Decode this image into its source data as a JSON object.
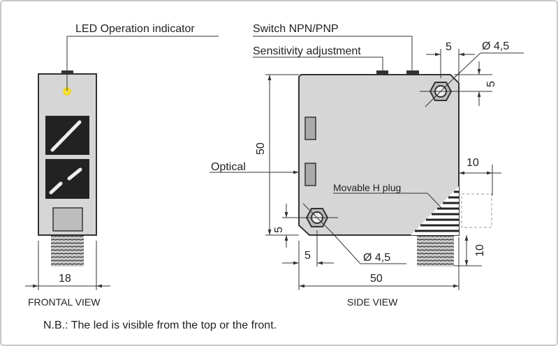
{
  "labels": {
    "led": "LED Operation indicator",
    "switch": "Switch NPN/PNP",
    "sensitivity": "Sensitivity adjustment",
    "optical": "Optical",
    "movable_plug": "Movable H plug",
    "hole_top": "Ø 4,5",
    "hole_bottom": "Ø 4,5"
  },
  "dimensions": {
    "front_width": "18",
    "side_height": "50",
    "side_width": "50",
    "hole_offset_x_top": "5",
    "hole_offset_y_top": "5",
    "hole_offset_x_bottom": "5",
    "hole_offset_y_bottom": "5",
    "plug_depth": "10",
    "connector_length": "10"
  },
  "captions": {
    "front": "FRONTAL VIEW",
    "side": "SIDE VIEW",
    "note": "N.B.: The led is visible from the top or the front."
  },
  "colors": {
    "body": "#d6d6d6",
    "led": "#f5d800",
    "window": "#222222"
  }
}
